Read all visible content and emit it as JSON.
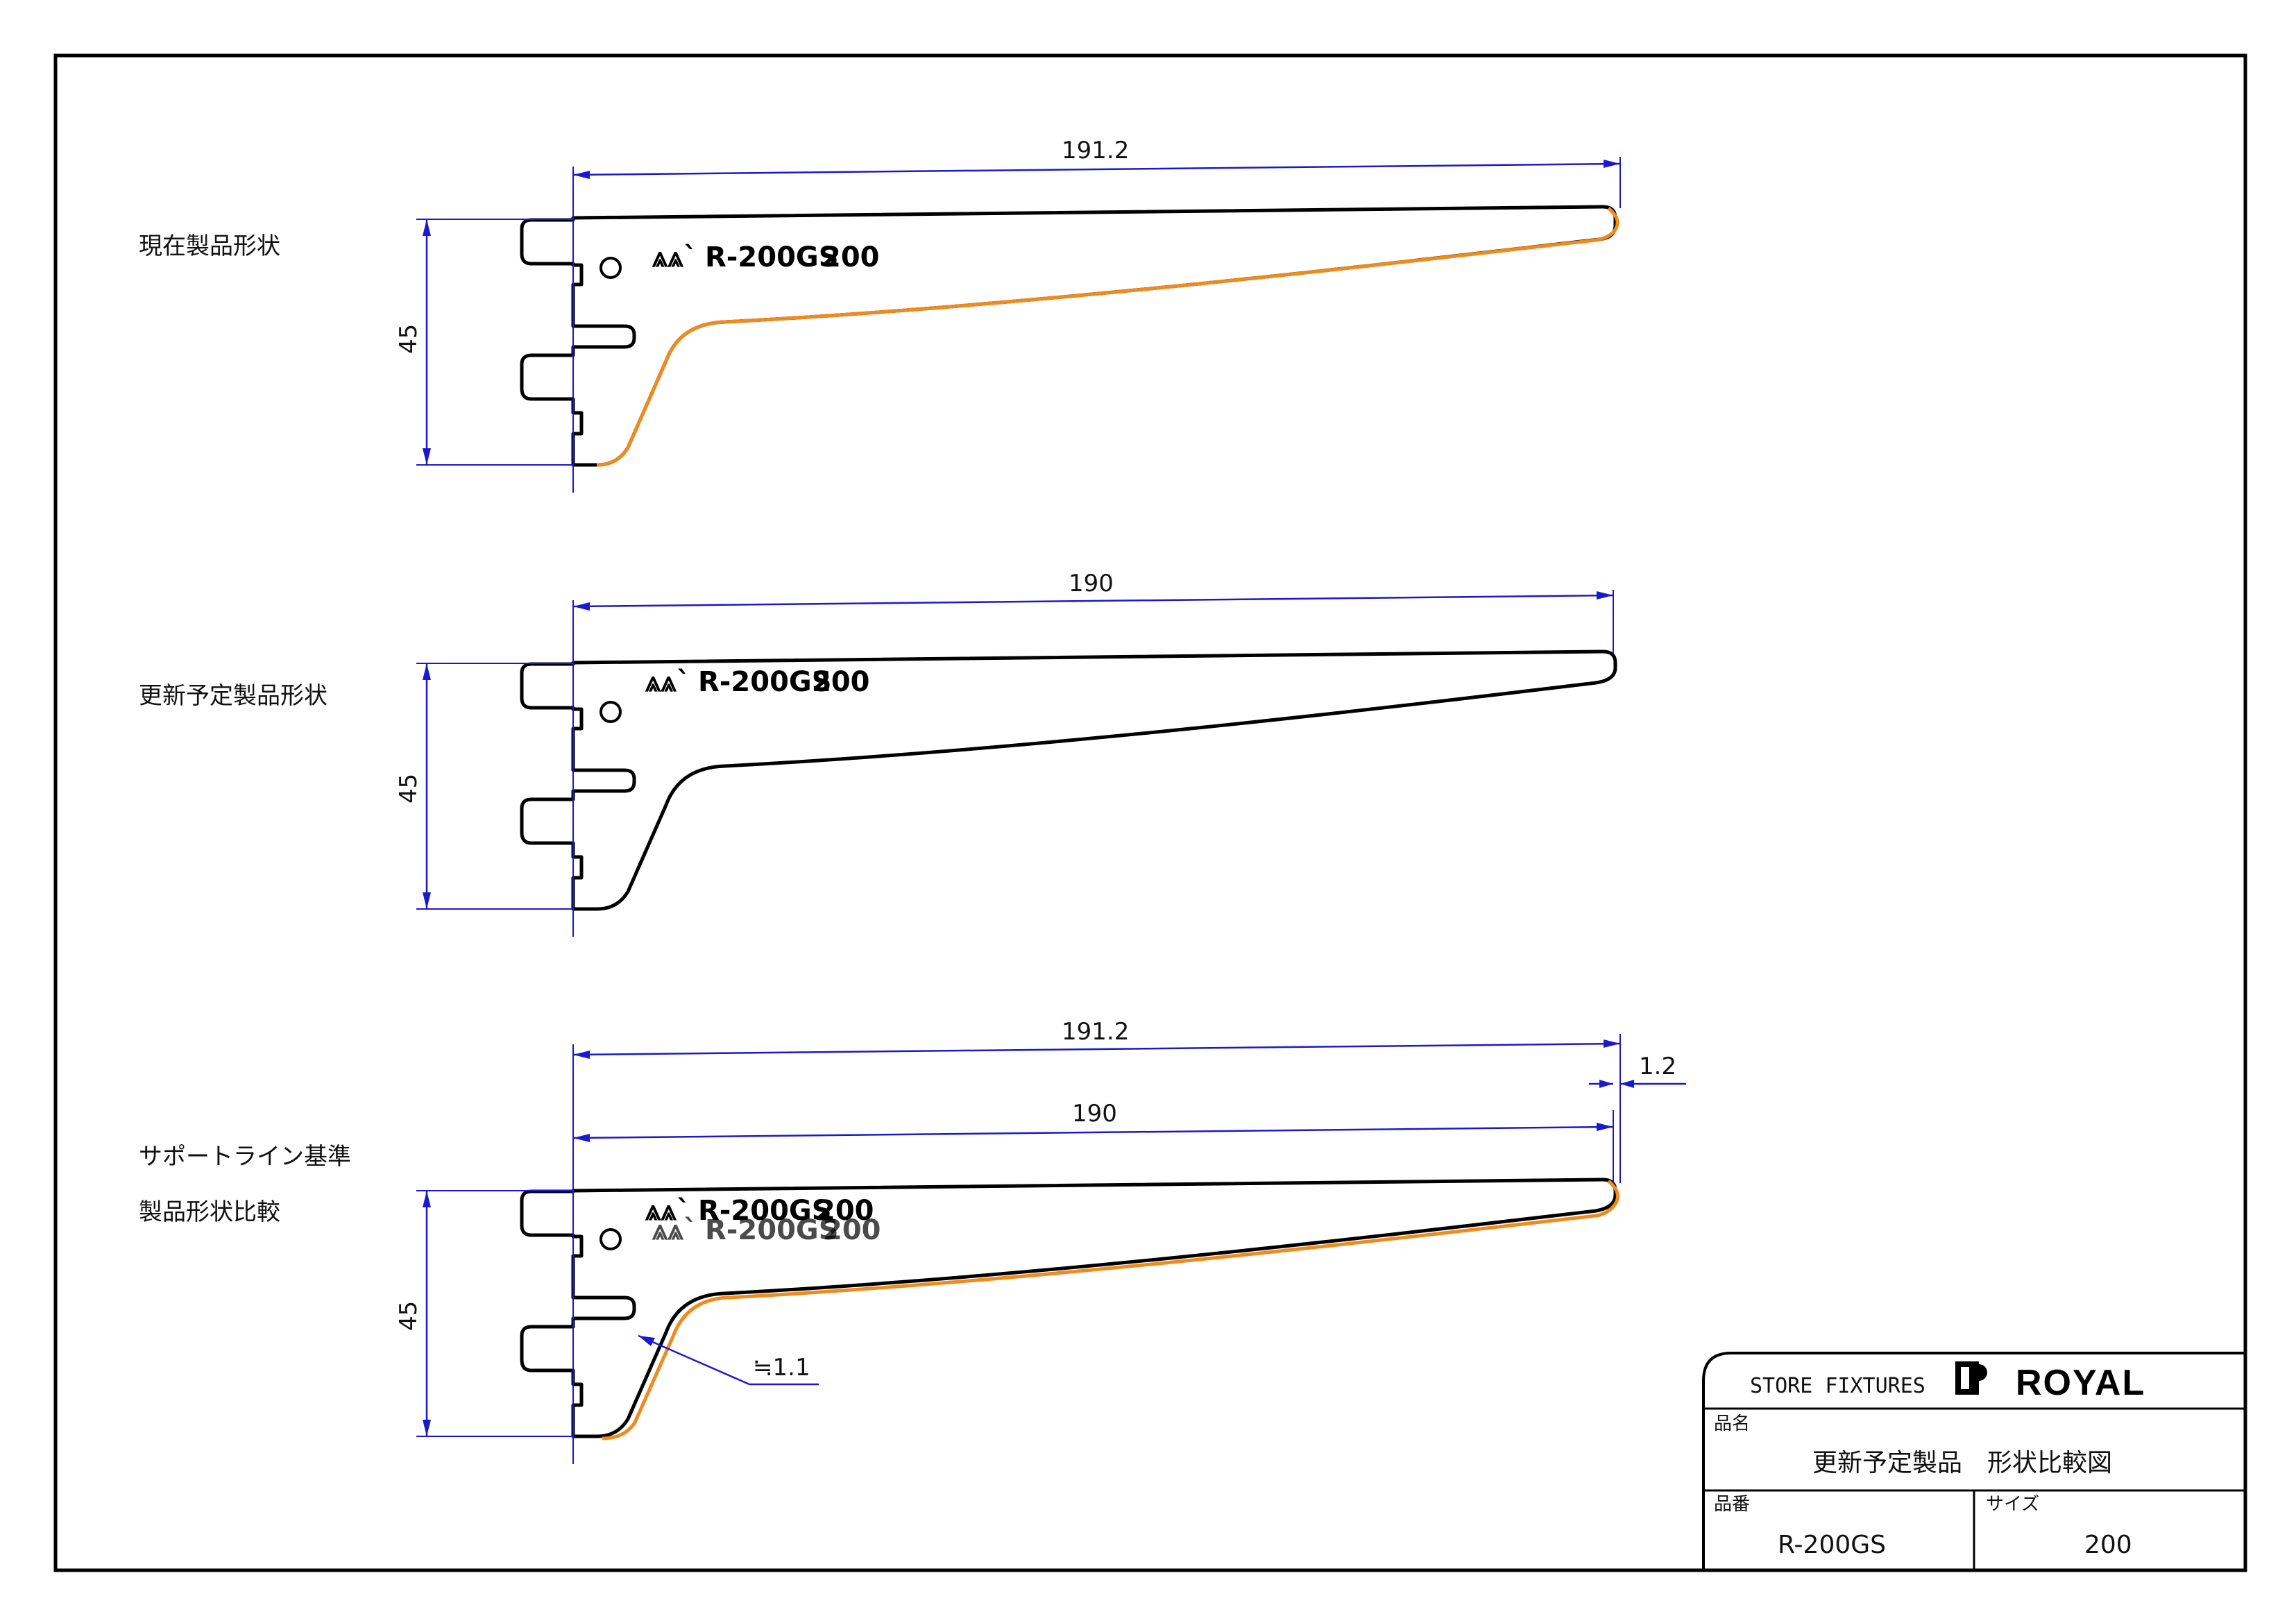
{
  "colors": {
    "outline": "#000000",
    "overlay": "#f08a1c",
    "dimension": "#1a1acc"
  },
  "views": [
    {
      "label_lines": [
        "現在製品形状"
      ],
      "width_dim": "191.2",
      "height_dim": "45",
      "stamp_model": "R-200GS",
      "stamp_size": "200"
    },
    {
      "label_lines": [
        "更新予定製品形状"
      ],
      "width_dim": "190",
      "height_dim": "45",
      "stamp_model": "R-200GS",
      "stamp_size": "200"
    },
    {
      "label_lines": [
        "サポートライン基準",
        "製品形状比較"
      ],
      "width_dim_outer": "191.2",
      "width_dim_inner": "190",
      "diff_dim": "1.2",
      "height_dim": "45",
      "offset_dim": "≒1.1",
      "stamp_model": "R-200GS",
      "stamp_size": "200"
    }
  ],
  "title_block": {
    "company": "STORE FIXTURES",
    "logo": "ROYAL",
    "name_label": "品名",
    "name_value": "更新予定製品　形状比較図",
    "part_label": "品番",
    "part_value": "R-200GS",
    "size_label": "サイズ",
    "size_value": "200"
  }
}
